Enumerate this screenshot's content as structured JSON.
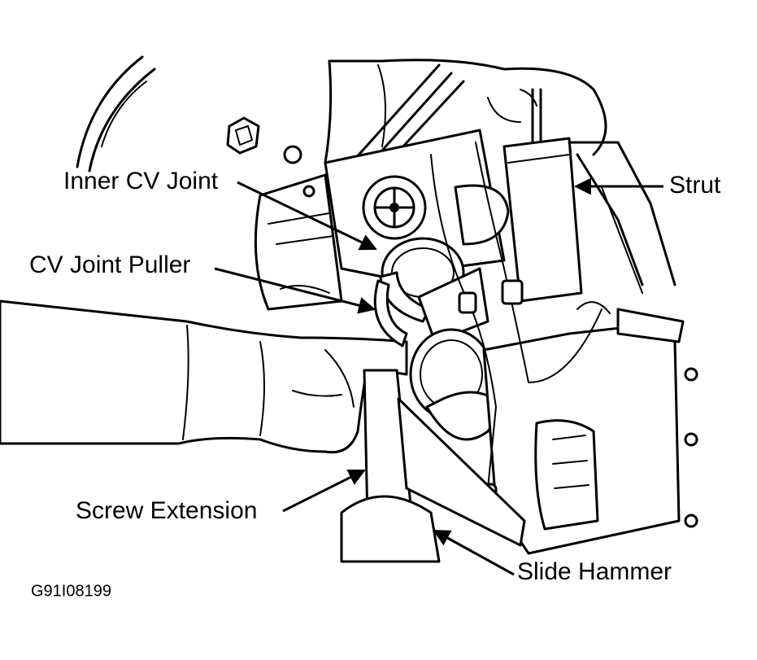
{
  "diagram": {
    "labels": {
      "inner_cv_joint": "Inner CV Joint",
      "cv_joint_puller": "CV Joint Puller",
      "strut": "Strut",
      "screw_extension": "Screw Extension",
      "slide_hammer": "Slide Hammer"
    },
    "figure_code": "G91I08199"
  }
}
